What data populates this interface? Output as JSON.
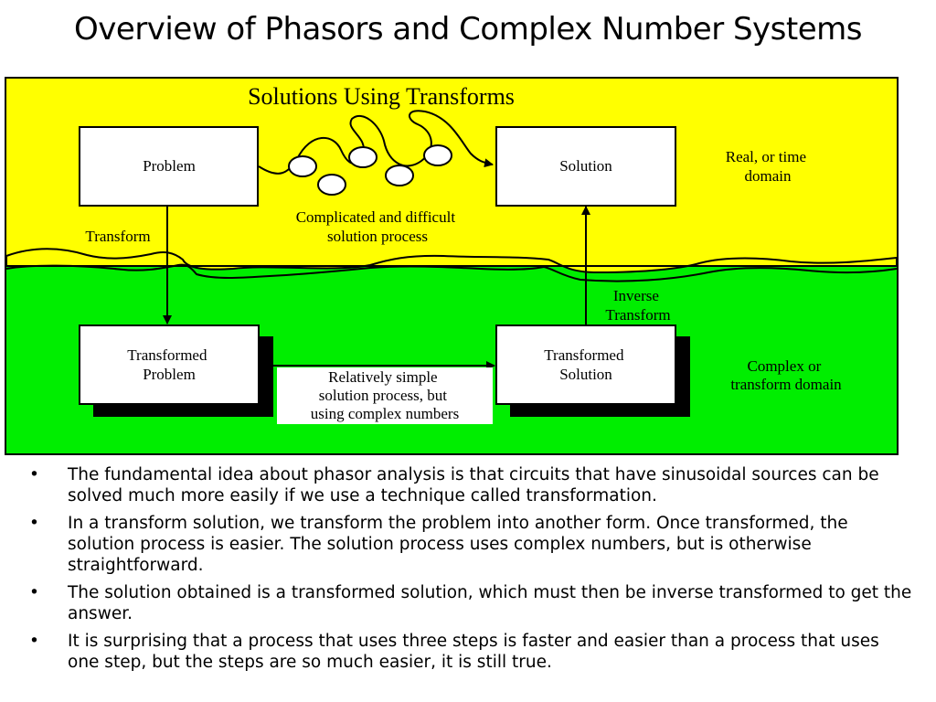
{
  "slide": {
    "title": "Overview of Phasors and Complex Number Systems"
  },
  "diagram": {
    "heading": "Solutions Using Transforms",
    "boxes": {
      "problem": "Problem",
      "solution": "Solution",
      "transformed_problem": [
        "Transformed",
        "Problem"
      ],
      "transformed_solution": [
        "Transformed",
        "Solution"
      ]
    },
    "labels": {
      "real_domain": [
        "Real, or time",
        "domain"
      ],
      "complex_domain": [
        "Complex or",
        "transform domain"
      ],
      "transform": "Transform",
      "inverse_transform": [
        "Inverse",
        "Transform"
      ],
      "complicated_process": [
        "Complicated and difficult",
        "solution process"
      ],
      "simple_process": [
        "Relatively simple",
        "solution process, but",
        "using complex numbers"
      ]
    },
    "colors": {
      "time_domain": "#ffff00",
      "transform_domain": "#00ee00",
      "box_fill": "#ffffff",
      "box_shadow": "#000000",
      "stroke": "#000000"
    }
  },
  "bullets": [
    "The fundamental idea about phasor analysis is that circuits that have sinusoidal sources can be solved much more easily if we use a technique called transformation.",
    "In a transform solution, we transform the problem into another form.  Once transformed, the solution process is easier.  The solution process uses complex numbers, but is otherwise straightforward.",
    "The solution obtained is a transformed solution, which must then be inverse transformed to get the answer.",
    "It is surprising that a process that uses three steps is faster and easier than a process that uses one step, but the steps are so much easier, it is still true."
  ],
  "bullet_marker": "•"
}
